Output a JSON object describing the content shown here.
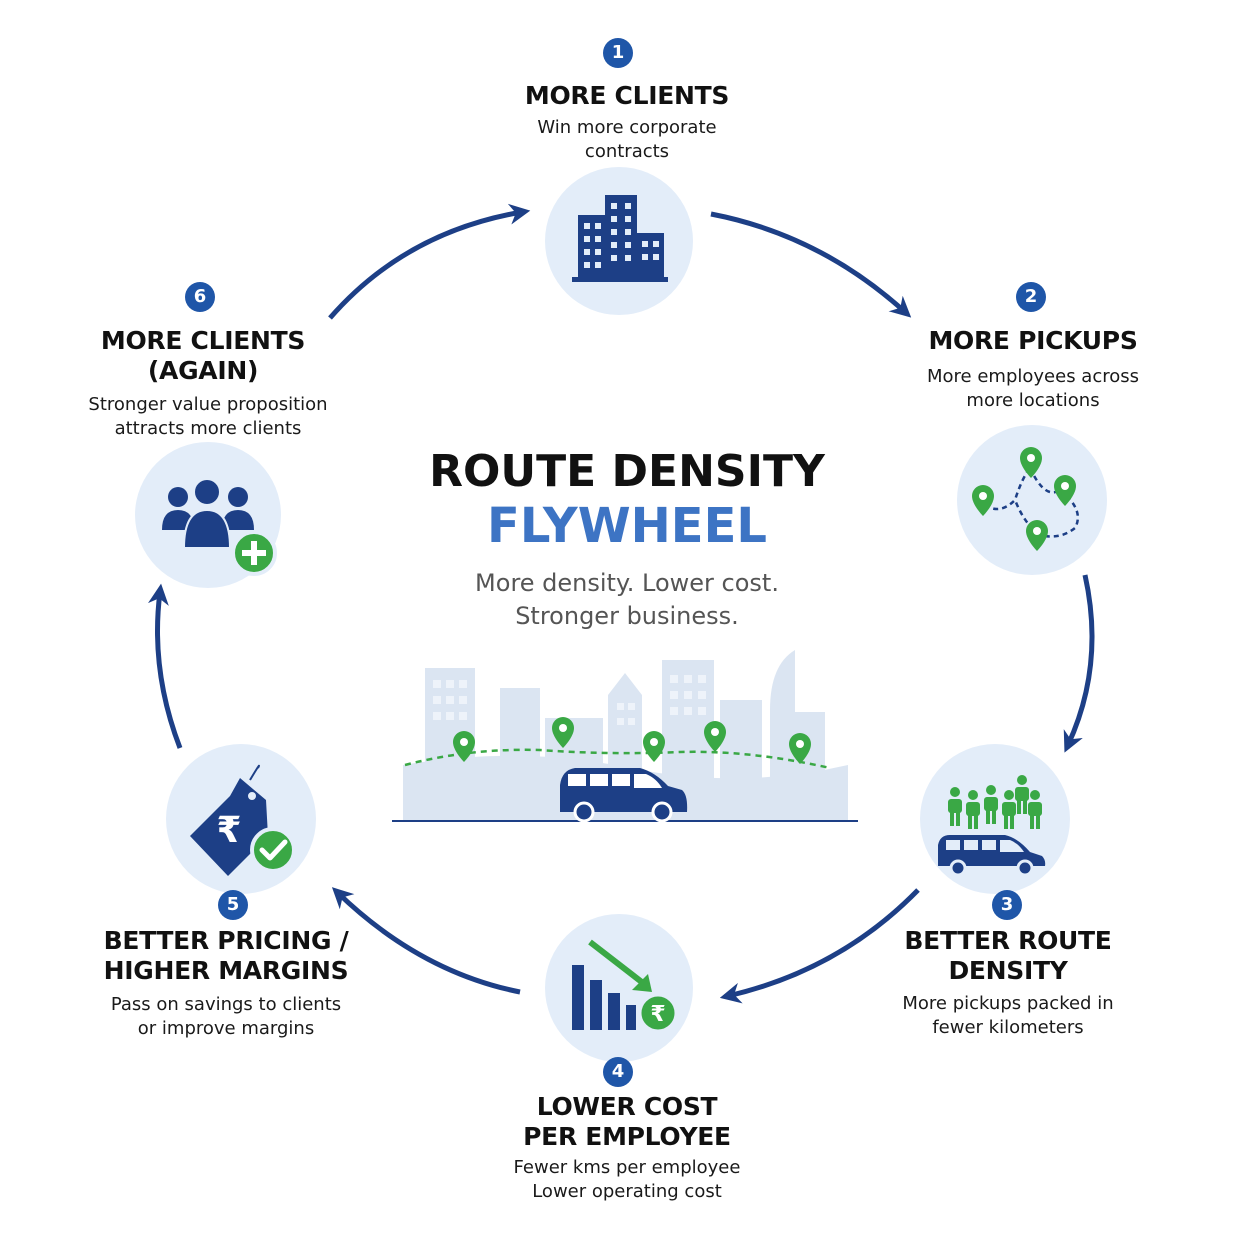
{
  "center": {
    "title_line1": "ROUTE DENSITY",
    "title_line2": "FLYWHEEL",
    "subtitle_line1": "More density. Lower cost.",
    "subtitle_line2": "Stronger business."
  },
  "steps": [
    {
      "number": "1",
      "title": [
        "MORE CLIENTS"
      ],
      "desc": [
        "Win more corporate",
        "contracts"
      ],
      "icon": "office-buildings-icon"
    },
    {
      "number": "2",
      "title": [
        "MORE PICKUPS"
      ],
      "desc": [
        "More employees across",
        "more locations"
      ],
      "icon": "map-pins-route-icon"
    },
    {
      "number": "3",
      "title": [
        "BETTER ROUTE",
        "DENSITY"
      ],
      "desc": [
        "More pickups packed in",
        "fewer kilometers"
      ],
      "icon": "people-and-van-icon"
    },
    {
      "number": "4",
      "title": [
        "LOWER COST",
        "PER EMPLOYEE"
      ],
      "desc": [
        "Fewer kms per employee",
        "Lower operating cost"
      ],
      "icon": "declining-cost-chart-icon"
    },
    {
      "number": "5",
      "title": [
        "BETTER PRICING /",
        "HIGHER MARGINS"
      ],
      "desc": [
        "Pass on savings to clients",
        "or improve margins"
      ],
      "icon": "rupee-price-tag-icon"
    },
    {
      "number": "6",
      "title": [
        "MORE CLIENTS",
        "(AGAIN)"
      ],
      "desc": [
        "Stronger value proposition",
        "attracts more clients"
      ],
      "icon": "group-add-icon"
    }
  ],
  "colors": {
    "navy": "#1d3f86",
    "blue_accent": "#3d74c4",
    "green": "#3aa845",
    "circle_bg": "#e3edf9",
    "skyline": "#dbe5f2",
    "text_gray": "#555555"
  }
}
